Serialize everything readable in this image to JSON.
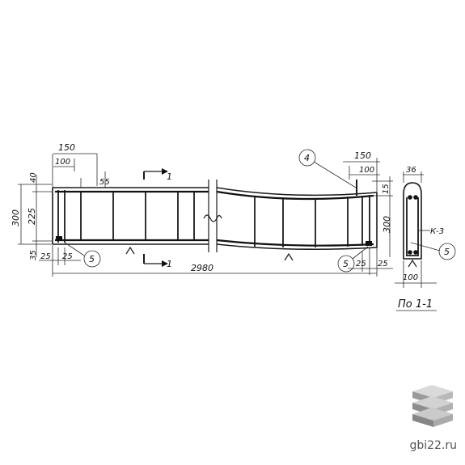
{
  "drawing": {
    "dims": {
      "top_150_left": "150",
      "top_100_left": "100",
      "dim_55": "55",
      "left_40": "40",
      "left_300": "300",
      "left_225": "225",
      "left_35": "35",
      "bottom_25a": "25",
      "bottom_25b": "25",
      "overall_length": "2980",
      "top_150_right": "150",
      "top_100_right": "100",
      "right_15": "15",
      "right_300": "300",
      "right_25a": "25",
      "right_25b": "25",
      "section_36": "36",
      "section_100": "100"
    },
    "section_marks": {
      "top": "1",
      "bottom": "1"
    },
    "callouts": {
      "c4": "4",
      "c5_left": "5",
      "c5_mid": "5",
      "c5_right": "5"
    },
    "frame_label": "К-3",
    "section_caption": "По 1-1"
  },
  "brand": {
    "logo_icon": "stacked-slabs-icon",
    "site": "gbi22.ru"
  }
}
